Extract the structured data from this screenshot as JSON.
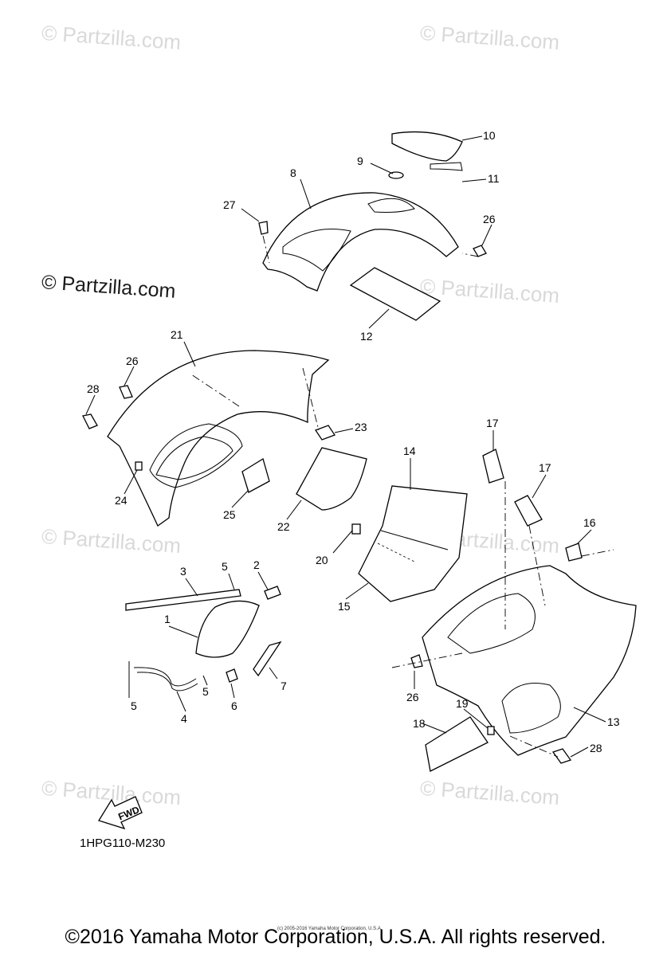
{
  "watermark": {
    "text": "© Partzilla.com",
    "main_text": "© Partzilla.com"
  },
  "callouts": [
    "10",
    "9",
    "11",
    "8",
    "27",
    "26",
    "12",
    "21",
    "26",
    "28",
    "23",
    "14",
    "17",
    "17",
    "16",
    "24",
    "25",
    "22",
    "20",
    "15",
    "3",
    "5",
    "2",
    "1",
    "7",
    "5",
    "4",
    "5",
    "6",
    "26",
    "19",
    "18",
    "13",
    "28"
  ],
  "diagram_code": "1HPG110-M230",
  "fwd_label": "FWD",
  "small_copyright": "(c) 2005-2016 Yamaha Motor Corporation, U.S.A.",
  "footer_copyright": "©2016 Yamaha Motor Corporation, U.S.A. All rights reserved."
}
